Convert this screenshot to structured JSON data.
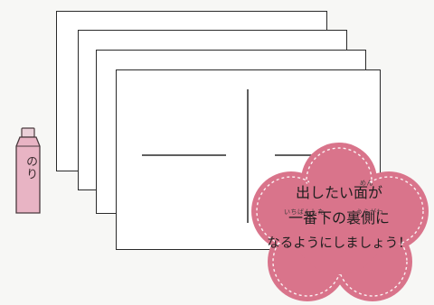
{
  "glue_tube": {
    "label": "のり",
    "color": "#e8b4c4"
  },
  "flower_badge": {
    "color": "#d9748b",
    "stitch_color": "#ffffff",
    "lines": [
      "出したい面が",
      "一番下の裏側に",
      "なるようにしましょう！"
    ],
    "furigana": {
      "men": "めん",
      "ichiban_shita": "いちばんした",
      "uragawa": "うらがわ"
    }
  }
}
